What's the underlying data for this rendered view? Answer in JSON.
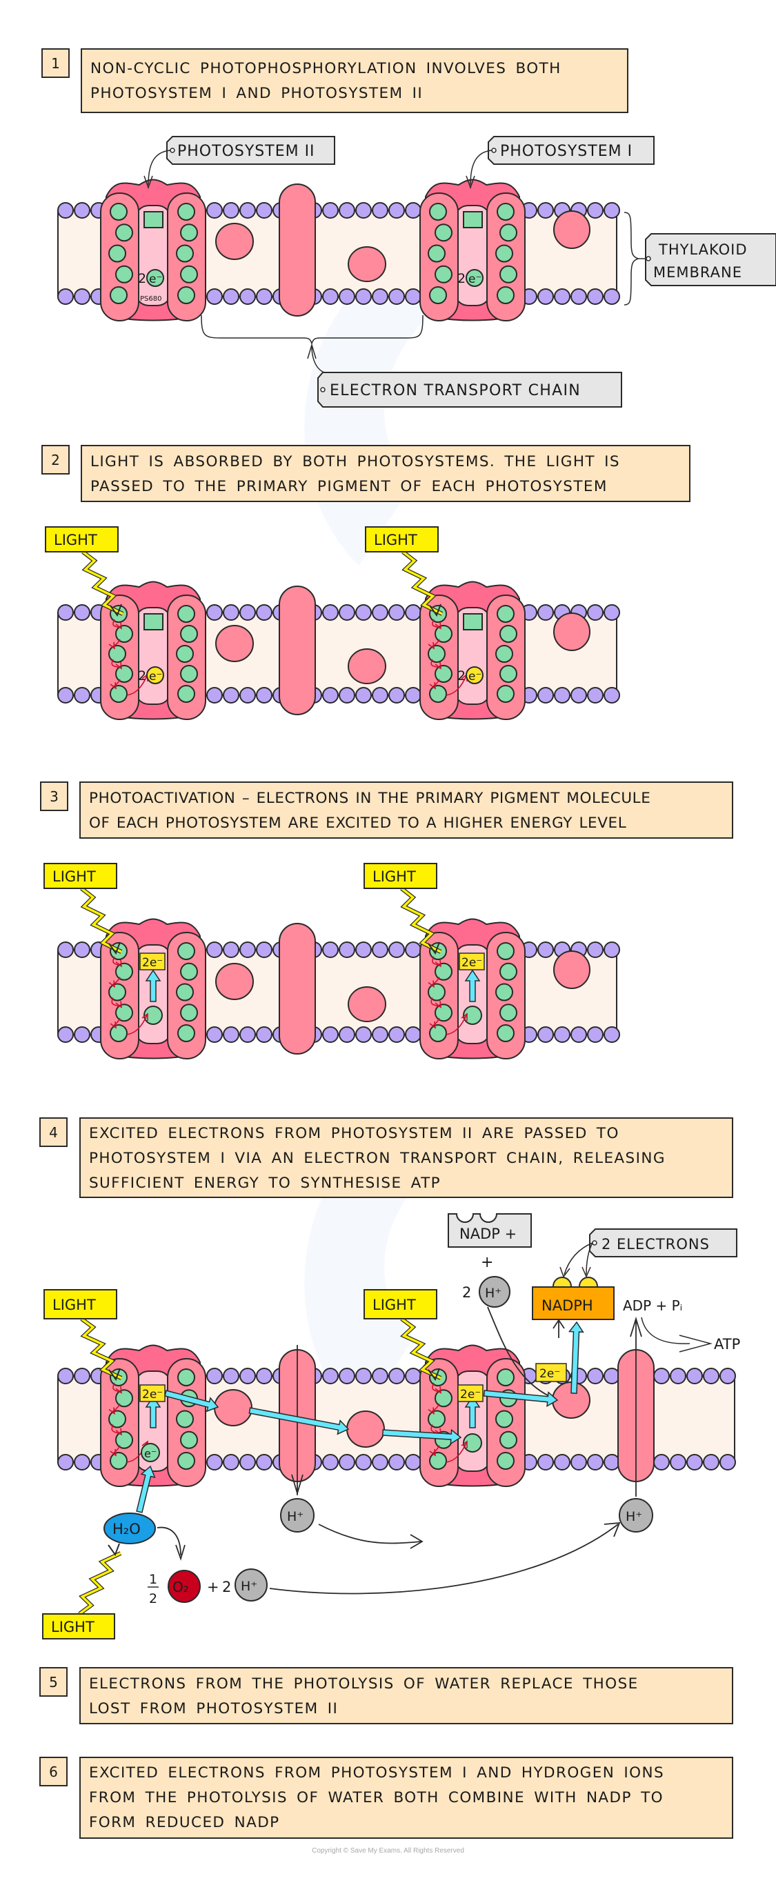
{
  "steps": [
    {
      "number": "1",
      "lines": [
        "NON-CYCLIC  PHOTOPHOSPHORYLATION  INVOLVES  BOTH",
        "PHOTOSYSTEM I  AND  PHOTOSYSTEM II"
      ]
    },
    {
      "number": "2",
      "lines": [
        "LIGHT  IS  ABSORBED  BY  BOTH  PHOTOSYSTEMS.  THE  LIGHT  IS",
        "PASSED  TO  THE  PRIMARY  PIGMENT  OF  EACH  PHOTOSYSTEM"
      ]
    },
    {
      "number": "3",
      "lines": [
        "PHOTOACTIVATION  –  ELECTRONS  IN  THE  PRIMARY  PIGMENT  MOLECULE",
        "OF  EACH  PHOTOSYSTEM  ARE  EXCITED  TO  A  HIGHER  ENERGY  LEVEL"
      ]
    },
    {
      "number": "4",
      "lines": [
        "EXCITED  ELECTRONS  FROM  PHOTOSYSTEM II  ARE  PASSED  TO",
        "PHOTOSYSTEM I  VIA  AN  ELECTRON  TRANSPORT  CHAIN, RELEASING",
        "SUFFICIENT  ENERGY  TO  SYNTHESISE  ATP"
      ]
    },
    {
      "number": "5",
      "lines": [
        "ELECTRONS  FROM  THE  PHOTOLYSIS  OF  WATER  REPLACE  THOSE",
        "LOST  FROM  PHOTOSYSTEM II"
      ]
    },
    {
      "number": "6",
      "lines": [
        "EXCITED  ELECTRONS  FROM  PHOTOSYSTEM I  AND  HYDROGEN  IONS",
        "FROM  THE  PHOTOLYSIS  OF  WATER  BOTH  COMBINE  WITH  NADP  TO",
        "FORM  REDUCED  NADP"
      ]
    }
  ],
  "diagram1": {
    "label_ps2": "PHOTOSYSTEM II",
    "label_ps1": "PHOTOSYSTEM I",
    "label_thylakoid": [
      "THYLAKOID",
      "MEMBRANE"
    ],
    "label_etc": "ELECTRON  TRANSPORT  CHAIN",
    "electron_count": "2",
    "electron_symbol": "e⁻",
    "ps680_label": "PS680"
  },
  "diagram2": {
    "light_label": "LIGHT",
    "electron_count": "2",
    "electron_symbol": "e⁻"
  },
  "diagram3": {
    "light_label": "LIGHT",
    "excited_electron": "2e⁻"
  },
  "diagram4": {
    "light_label": "LIGHT",
    "excited_electron": "2e⁻",
    "electron": "e⁻",
    "water": "H₂O",
    "oxygen_fraction_num": "1",
    "oxygen_fraction_den": "2",
    "oxygen": "O₂",
    "plus": "+",
    "two": "2",
    "hydrogen_ion": "H⁺",
    "nadp_plus": "NADP +",
    "nadph": "NADPH",
    "two_electrons": "2  ELECTRONS",
    "adp_pi": "ADP + Pᵢ",
    "atp": "ATP"
  },
  "colors": {
    "step_box_fill": "#fde6c1",
    "lipid_head": "#bba6f5",
    "membrane_interior": "#fdf3ea",
    "protein_pink": "#ff8a9b",
    "protein_back": "#ff6b8e",
    "center_panel": "#ffc4d2",
    "pigment_green": "#86ddaa",
    "light_yellow": "#fff200",
    "electron_arrow_cyan": "#66e6fb",
    "water_blue": "#1a9ee6",
    "oxygen_red": "#c8001e",
    "hydrogen_grey": "#b5b5b5",
    "nadph_orange": "#ffa600",
    "label_grey": "#e6e6e6",
    "transfer_red": "#d0102e"
  },
  "footer": {
    "copyright": "Copyright © Save My Exams. All Rights Reserved"
  }
}
